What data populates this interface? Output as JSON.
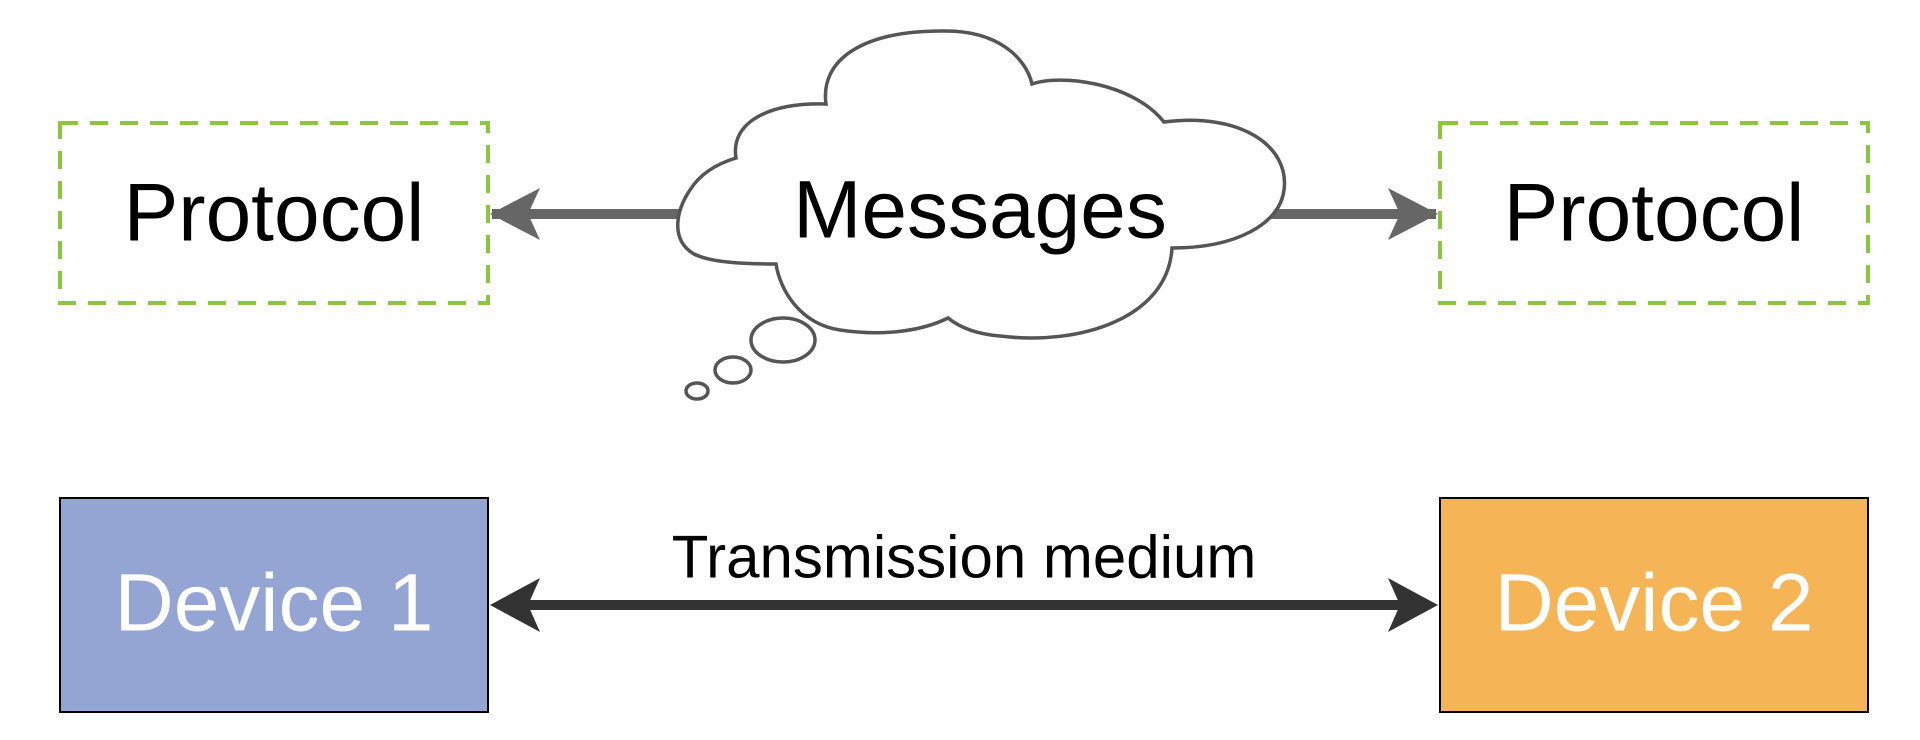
{
  "protocol_left": {
    "label": "Protocol"
  },
  "protocol_right": {
    "label": "Protocol"
  },
  "messages": {
    "label": "Messages"
  },
  "medium": {
    "label": "Transmission medium"
  },
  "device_1": {
    "label": "Device 1",
    "fill": "#95a5d3"
  },
  "device_2": {
    "label": "Device 2",
    "fill": "#f5b556"
  },
  "colors": {
    "protocol_border": "#8cc63f",
    "message_arrow": "#666666",
    "medium_arrow": "#333333",
    "cloud_stroke": "#555555",
    "text": "#000000",
    "device_text": "#ffffff"
  }
}
